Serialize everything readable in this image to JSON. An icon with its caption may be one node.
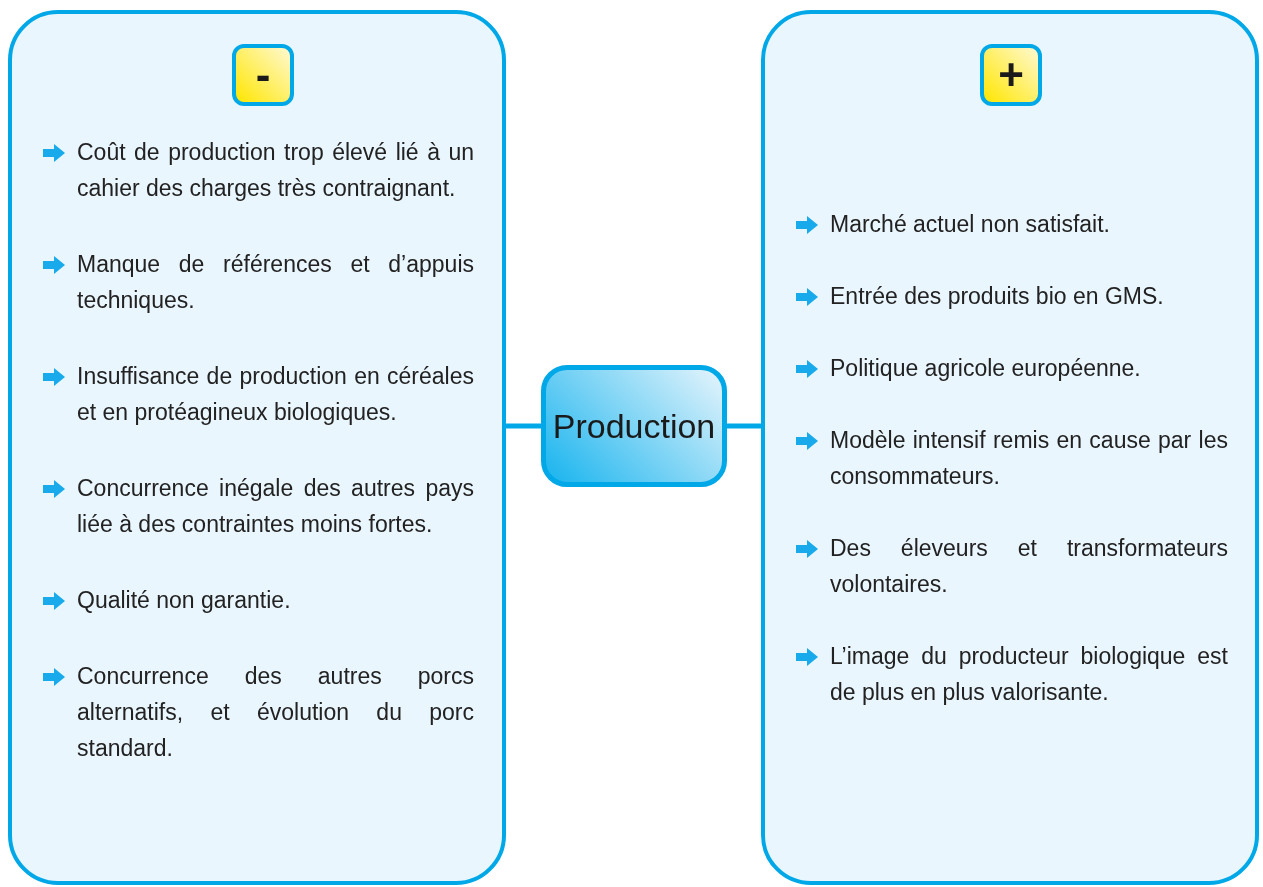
{
  "diagram": {
    "nodes": [
      {
        "text": [
          "Coût de production trop élevé lié à un cahier des charges très contraignant.",
          "Manque de références et d’appuis techniques.",
          "Insuffisance de production en céréales et en protéagineux biologiques.",
          "Concurrence inégale des autres pays liée à des contraintes moins fortes.",
          "Qualité non garantie.",
          "Concurrence des autres porcs alternatifs, et évolution du porc standard."
        ]
      },
      {
        "text": [
          "-"
        ],
        "in": 0
      },
      {
        "text": [
          "Production"
        ]
      },
      {
        "text": [
          "Marché actuel non satisfait.",
          "Entrée des produits bio en GMS.",
          "Politique agricole européenne.",
          "Modèle intensif remis en cause par les consommateurs.",
          "Des éleveurs et transformateurs volontaires.",
          "L’image du producteur biologique est de plus en plus valorisante."
        ]
      },
      {
        "text": [
          "+"
        ],
        "in": 3
      }
    ],
    "edges": [
      {
        "from": 2,
        "to": 0,
        "arrow": "none"
      },
      {
        "from": 2,
        "to": 3,
        "arrow": "none"
      }
    ]
  }
}
